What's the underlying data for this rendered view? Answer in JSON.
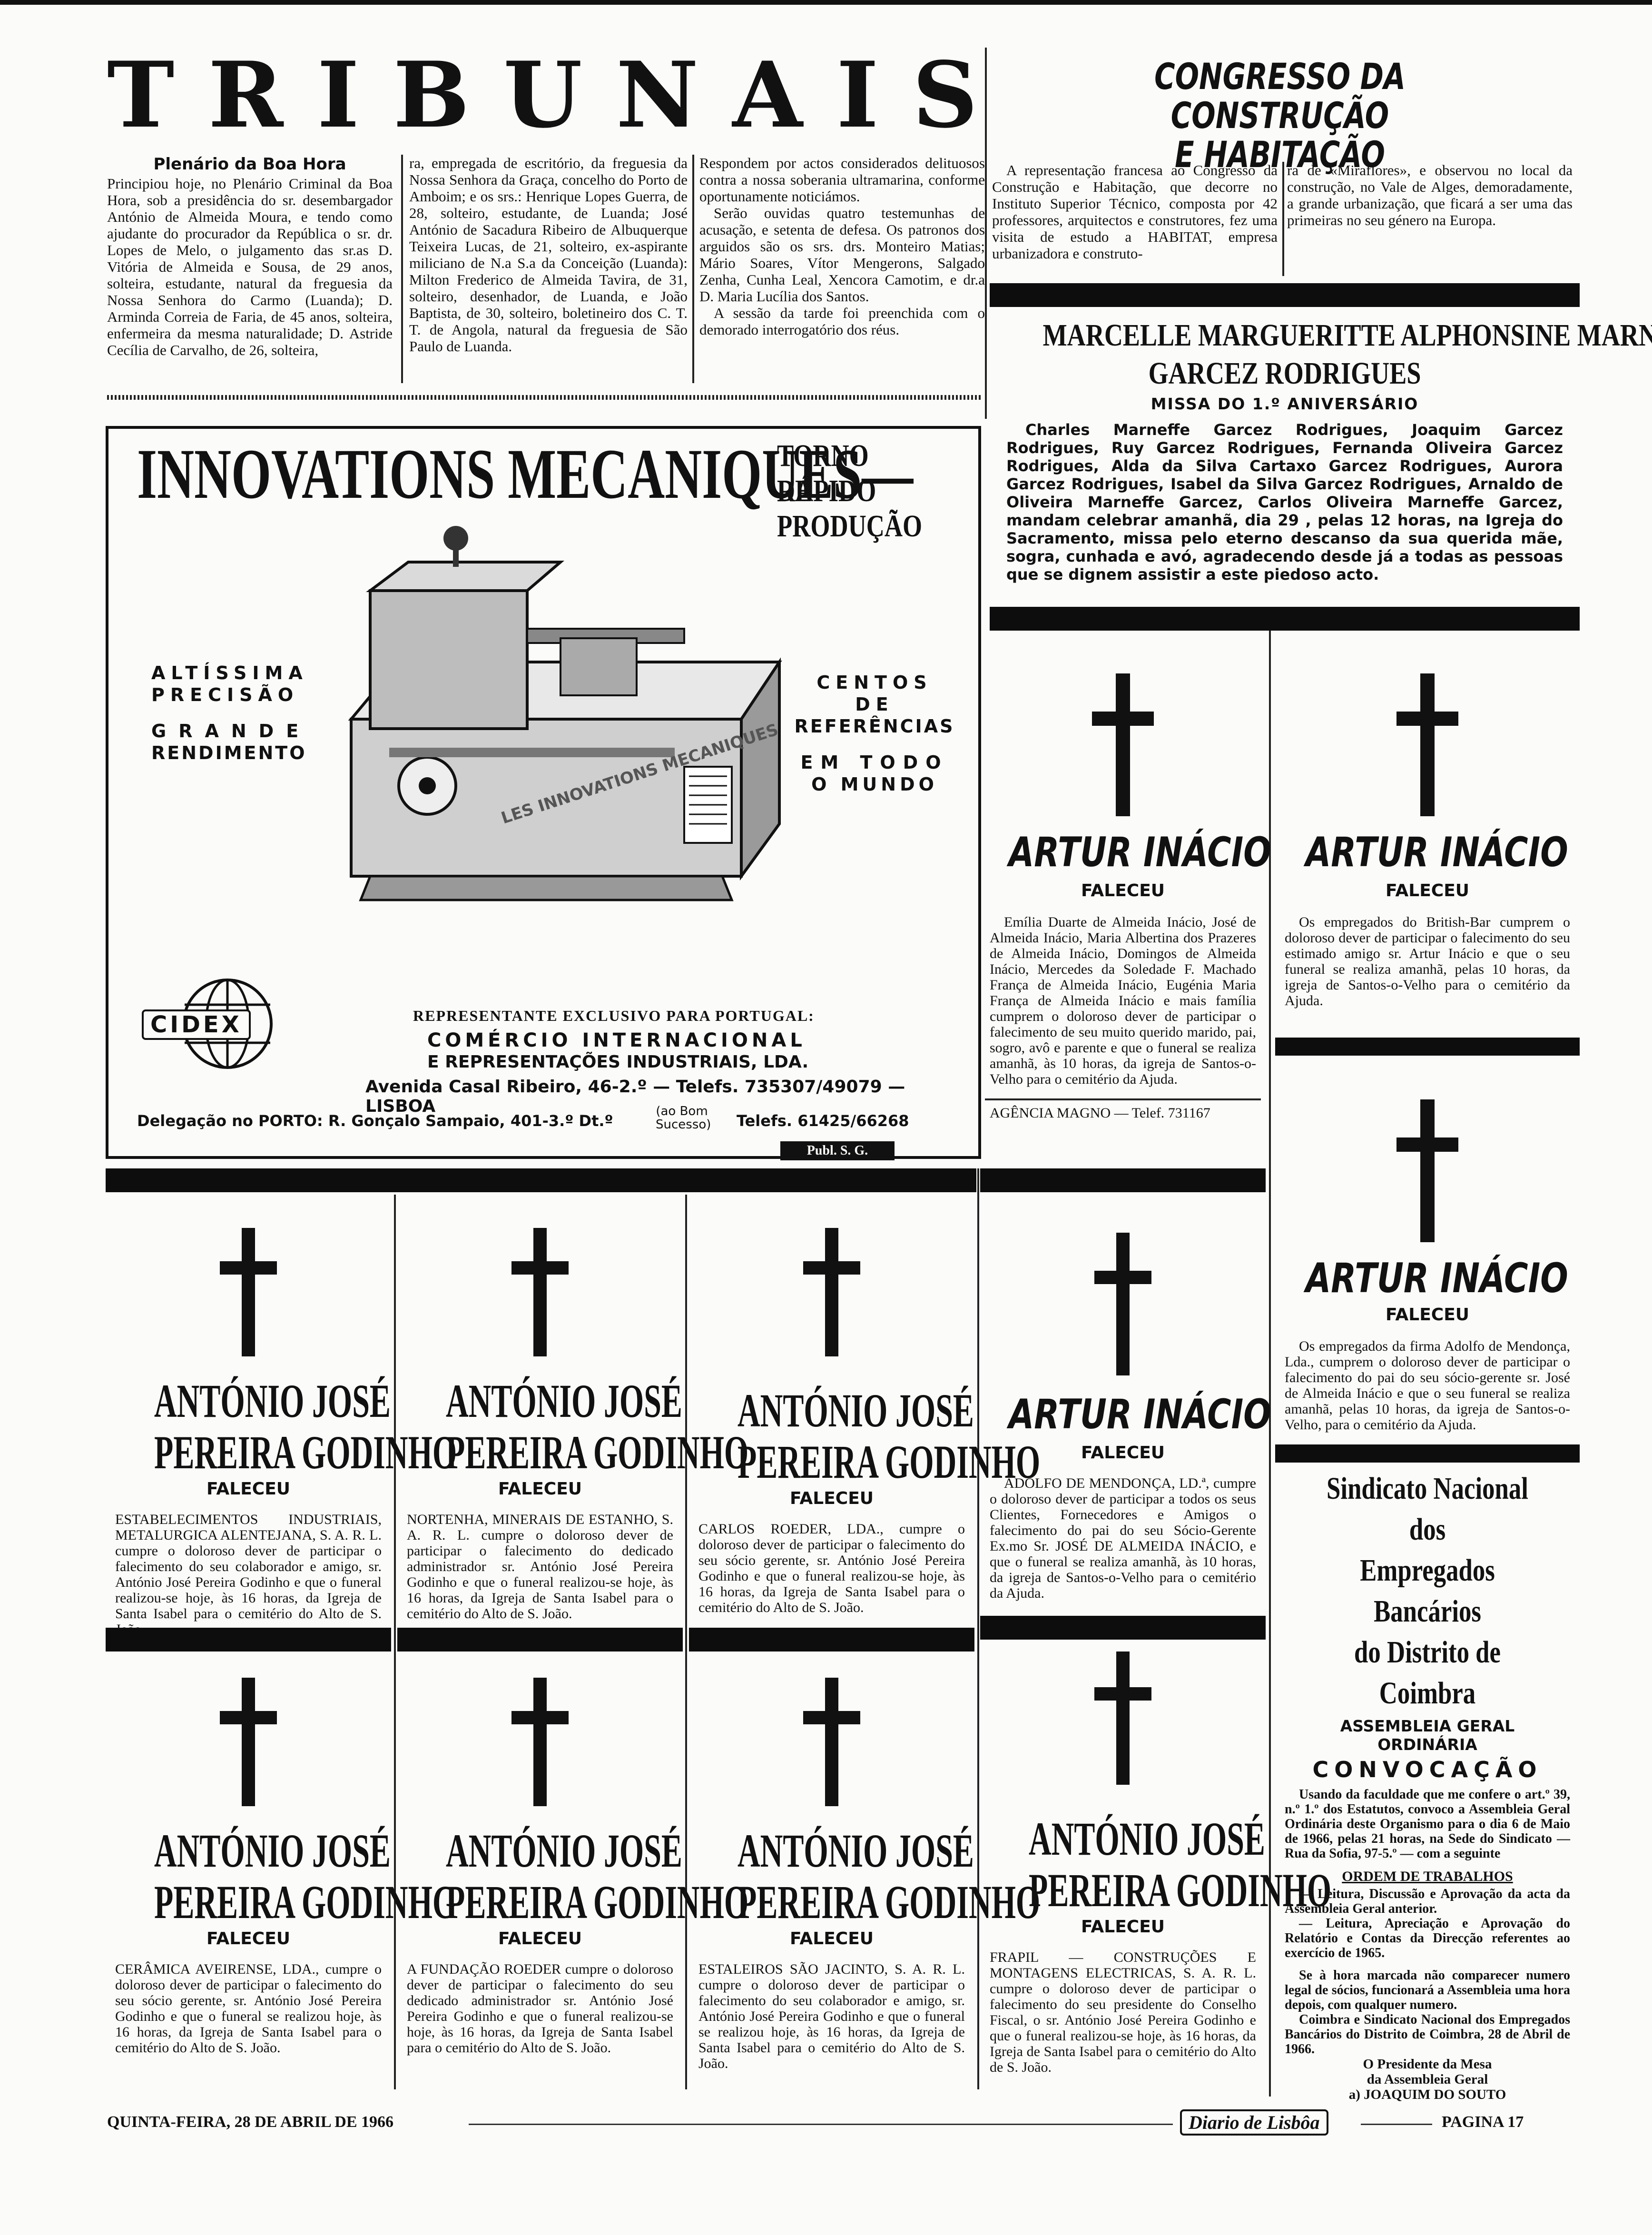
{
  "masthead": {
    "letters": [
      "T",
      "R",
      "I",
      "B",
      "U",
      "N",
      "A",
      "I",
      "S"
    ]
  },
  "tribunais": {
    "subhead": "Plenário da Boa Hora",
    "col1": "Principiou hoje, no Plenário Criminal da Boa Hora, sob a presidência do sr. desembargador António de Almeida Moura, e tendo como ajudante do procurador da República o sr. dr. Lopes de Melo, o julgamento das sr.as D. Vitória de Almeida e Sousa, de 29 anos, solteira, estudante, natural da freguesia da Nossa Senhora do Carmo (Luanda); D. Arminda Correia de Faria, de 45 anos, solteira, enfermeira da mesma naturalidade; D. Astride Cecília de Carvalho, de 26, solteira,",
    "col2": "ra, empregada de escritório, da freguesia da Nossa Senhora da Graça, concelho do Porto de Amboim; e os srs.: Henrique Lopes Guerra, de 28, solteiro, estudante, de Luanda; José António de Sacadura Ribeiro de Albuquerque Teixeira Lucas, de 21, solteiro, ex-aspirante miliciano de N.a S.a da Conceição (Luanda): Milton Frederico de Almeida Tavira, de 31, solteiro, desenhador, de Luanda, e João Baptista, de 30, solteiro, boletineiro dos C. T. T. de Angola, natural da freguesia de São Paulo de Luanda.",
    "col3a": "Respondem por actos considerados delituosos contra a nossa soberania ultramarina, conforme oportunamente noticiámos.",
    "col3b": "Serão ouvidas quatro testemunhas de acusação, e setenta de defesa. Os patronos dos arguidos são os srs. drs. Monteiro Matias; Mário Soares, Vítor Mengerons, Salgado Zenha, Cunha Leal, Xencora Camotim, e dr.a D. Maria Lucília dos Santos.",
    "col3c": "A sessão da tarde foi preenchida com o demorado interrogatório dos réus."
  },
  "congresso": {
    "title_line1": "CONGRESSO DA CONSTRUÇÃO",
    "title_line2": "E HABITAÇÃO",
    "col1": "A representação francesa ao Congresso da Construção e Habitação, que decorre no Instituto Superior Técnico, composta por 42 professores, arquitectos e construtores, fez uma visita de estudo a HABITAT, empresa urbanizadora e construto-",
    "col2": "ra de «Miraflores», e observou no local da construção, no Vale de Alges, demoradamente, a grande urbanização, que ficará a ser uma das primeiras no seu género na Europa."
  },
  "marneffe": {
    "title_line1": "MARCELLE MARGUERITTE ALPHONSINE MARNEFFE",
    "title_line2": "GARCEZ RODRIGUES",
    "subtitle": "MISSA DO 1.º ANIVERSÁRIO",
    "text": "Charles Marneffe Garcez Rodrigues, Joaquim Garcez Rodrigues, Ruy Garcez Rodrigues, Fernanda Oliveira Garcez Rodrigues, Alda da Silva Cartaxo Garcez Rodrigues, Aurora Garcez Rodrigues, Isabel da Silva Garcez Rodrigues, Arnaldo de Oliveira Marneffe Garcez, Carlos Oliveira Marneffe Garcez, mandam celebrar amanhã, dia 29 , pelas 12 horas, na Igreja do Sacramento, missa pelo eterno descanso da sua querida mãe, sogra, cunhada e avó, agradecendo desde já a todas as pessoas que se dignem assistir a este piedoso acto."
  },
  "ad": {
    "title": "INNOVATIONS MECANIQUES—",
    "subtitle_line1": "TORNO RÁPIDO",
    "subtitle_line2": "DE PRODUÇÃO",
    "left_line1": "ALTÍSSIMA",
    "left_line2": "PRECISÃO",
    "left_line3": "GRANDE",
    "left_line4": "RENDIMENTO",
    "right_line1": "CENTOS DE",
    "right_line2": "REFERÊNCIAS",
    "right_line3": "EM TODO",
    "right_line4": "O MUNDO",
    "logo": "CIDEX",
    "rep_label": "REPRESENTANTE EXCLUSIVO PARA PORTUGAL:",
    "company_line1": "COMÉRCIO INTERNACIONAL",
    "company_line2": "E REPRESENTAÇÕES INDUSTRIAIS, LDA.",
    "address": "Avenida Casal Ribeiro, 46-2.º — Telefs. 735307/49079 — LISBOA",
    "porto": "Delegação no PORTO: R. Gonçalo Sampaio, 401-3.º Dt.º",
    "porto_note": "(ao Bom Sucesso)",
    "porto_phone": "Telefs. 61425/66268",
    "publ": "Publ. S. G."
  },
  "obituaries": {
    "name_line1": "ANTÓNIO JOSÉ",
    "name_line2": "PEREIRA GODINHO",
    "name_line2_cut": "PEREIRA GODINHG",
    "artur": "ARTUR INÁCIO",
    "faleceu": "FALECEU",
    "godinho_1": "ESTABELECIMENTOS INDUSTRIAIS, METALURGICA ALENTEJANA, S. A. R. L. cumpre o doloroso dever de participar o falecimento do seu colaborador e amigo, sr. António José Pereira Godinho e que o funeral realizou-se hoje, às 16 horas, da Igreja de Santa Isabel para o cemitério do Alto de S. João.",
    "godinho_2": "NORTENHA, MINERAIS DE ESTANHO, S. A. R. L. cumpre o doloroso dever de participar o falecimento do dedicado administrador sr. António José Pereira Godinho e que o funeral realizou-se hoje, às 16 horas, da Igreja de Santa Isabel para o cemitério do Alto de S. João.",
    "godinho_3": "CARLOS ROEDER, LDA., cumpre o doloroso dever de participar o falecimento do seu sócio gerente, sr. António José Pereira Godinho e que o funeral realizou-se hoje, às 16 horas, da Igreja de Santa Isabel para o cemitério do Alto de S. João.",
    "godinho_4": "CERÂMICA AVEIRENSE, LDA., cumpre o doloroso dever de participar o falecimento do seu sócio gerente, sr. António José Pereira Godinho e que o funeral se realizou hoje, às 16 horas, da Igreja de Santa Isabel para o cemitério do Alto de S. João.",
    "godinho_5": "A FUNDAÇÃO ROEDER cumpre o doloroso dever de participar o falecimento do seu dedicado administrador sr. António José Pereira Godinho e que o funeral realizou-se hoje, às 16 horas, da Igreja de Santa Isabel para o cemitério do Alto de S. João.",
    "godinho_6": "ESTALEIROS SÃO JACINTO, S. A. R. L. cumpre o doloroso dever de participar o falecimento do seu colaborador e amigo, sr. António José Pereira Godinho e que o funeral se realizou hoje, às 16 horas, da Igreja de Santa Isabel para o cemitério do Alto de S. João.",
    "godinho_7": "FRAPIL — CONSTRUÇÕES E MONTAGENS ELECTRICAS, S. A. R. L. cumpre o doloroso dever de participar o falecimento do seu presidente do Conselho Fiscal, o sr. António José Pereira Godinho e que o funeral realizou-se hoje, às 16 horas, da Igreja de Santa Isabel para o cemitério do Alto de S. João.",
    "artur_1": "Emília Duarte de Almeida Inácio, José de Almeida Inácio, Maria Albertina dos Prazeres de Almeida Inácio, Domingos de Almeida Inácio, Mercedes da Soledade F. Machado França de Almeida Inácio, Eugénia Maria França de Almeida Inácio e mais família cumprem o doloroso dever de participar o falecimento de seu muito querido marido, pai, sogro, avô e parente e que o funeral se realiza amanhã, às 10 horas, da igreja de Santos-o-Velho para o cemitério da Ajuda.",
    "artur_1_agency": "AGÊNCIA MAGNO — Telef. 731167",
    "artur_2": "Os empregados do British-Bar cumprem o doloroso dever de participar o falecimento do seu estimado amigo sr. Artur Inácio e que o seu funeral se realiza amanhã, pelas 10 horas, da igreja de Santos-o-Velho para o cemitério da Ajuda.",
    "artur_3": "Os empregados da firma Adolfo de Mendonça, Lda., cumprem o doloroso dever de participar o falecimento do pai do seu sócio-gerente sr. José de Almeida Inácio e que o seu funeral se realiza amanhã, pelas 10 horas, da igreja de Santos-o-Velho, para o cemitério da Ajuda.",
    "artur_4": "ADOLFO DE MENDONÇA, LD.ª, cumpre o doloroso dever de participar a todos os seus Clientes, Fornecedores e Amigos o falecimento do pai do seu Sócio-Gerente Ex.mo Sr. JOSÉ DE ALMEIDA INÁCIO, e que o funeral se realiza amanhã, às 10 horas, da igreja de Santos-o-Velho para o cemitério da Ajuda."
  },
  "sindicato": {
    "title_line1": "Sindicato Nacional",
    "title_line2": "dos",
    "title_line3": "Empregados Bancários",
    "title_line4": "do Distrito de Coimbra",
    "sub1": "ASSEMBLEIA GERAL",
    "sub2": "ORDINÁRIA",
    "convocacao": "CONVOCAÇÃO",
    "text1": "Usando da faculdade que me confere o art.º 39, n.º 1.º dos Estatutos, convoco a Assembleia Geral Ordinária deste Organismo para o dia 6 de Maio de 1966, pelas 21 horas, na Sede do Sindicato — Rua da Sofia, 97-5.º — com a seguinte",
    "ordem": "ORDEM DE TRABALHOS",
    "item1": "— Leitura, Discussão e Aprovação da acta da Assembleia Geral anterior.",
    "item2": "— Leitura, Apreciação e Aprovação do Relatório e Contas da Direcção referentes ao exercício de 1965.",
    "text2": "Se à hora marcada não comparecer numero legal de sócios, funcionará a Assembleia uma hora depois, com qualquer numero.",
    "text3": "Coimbra e Sindicato Nacional dos Empregados Bancários do Distrito de Coimbra, 28 de Abril de 1966.",
    "sig1": "O Presidente da Mesa",
    "sig2": "da Assembleia Geral",
    "sig3": "a) JOAQUIM DO SOUTO"
  },
  "footer": {
    "date": "QUINTA-FEIRA, 28 DE ABRIL DE 1966",
    "paper": "Diario de Lisbôa",
    "page": "PAGINA 17"
  }
}
